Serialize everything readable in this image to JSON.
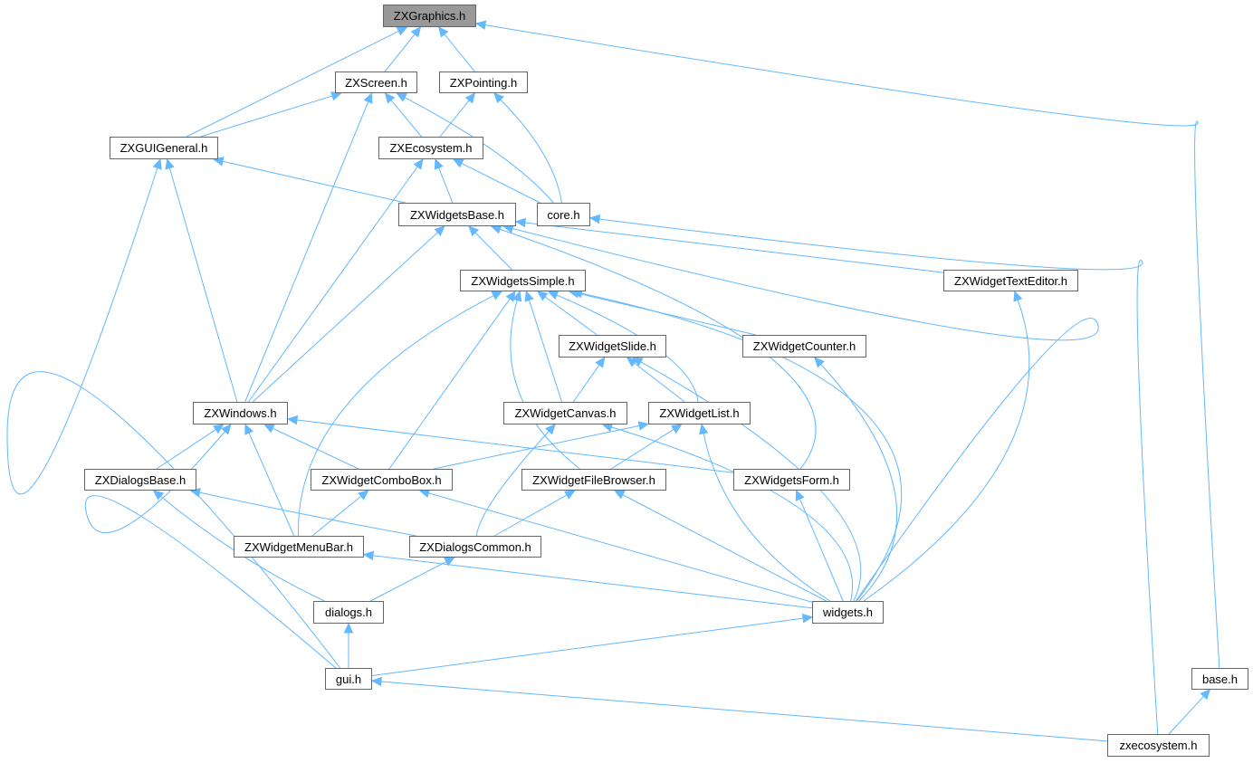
{
  "colors": {
    "edge": "#63b8ff",
    "border": "#666666",
    "root_fill": "#999999"
  },
  "nodes": [
    {
      "id": "ZXGraphics",
      "label": "ZXGraphics.h",
      "root": true
    },
    {
      "id": "ZXScreen",
      "label": "ZXScreen.h"
    },
    {
      "id": "ZXPointing",
      "label": "ZXPointing.h"
    },
    {
      "id": "ZXGUIGeneral",
      "label": "ZXGUIGeneral.h"
    },
    {
      "id": "ZXEcosystem",
      "label": "ZXEcosystem.h"
    },
    {
      "id": "ZXWidgetsBase",
      "label": "ZXWidgetsBase.h"
    },
    {
      "id": "core",
      "label": "core.h"
    },
    {
      "id": "ZXWidgetsSimple",
      "label": "ZXWidgetsSimple.h"
    },
    {
      "id": "ZXWidgetTextEditor",
      "label": "ZXWidgetTextEditor.h"
    },
    {
      "id": "ZXWidgetSlide",
      "label": "ZXWidgetSlide.h"
    },
    {
      "id": "ZXWidgetCounter",
      "label": "ZXWidgetCounter.h"
    },
    {
      "id": "ZXWindows",
      "label": "ZXWindows.h"
    },
    {
      "id": "ZXWidgetCanvas",
      "label": "ZXWidgetCanvas.h"
    },
    {
      "id": "ZXWidgetList",
      "label": "ZXWidgetList.h"
    },
    {
      "id": "ZXDialogsBase",
      "label": "ZXDialogsBase.h"
    },
    {
      "id": "ZXWidgetComboBox",
      "label": "ZXWidgetComboBox.h"
    },
    {
      "id": "ZXWidgetFileBrowser",
      "label": "ZXWidgetFileBrowser.h"
    },
    {
      "id": "ZXWidgetsForm",
      "label": "ZXWidgetsForm.h"
    },
    {
      "id": "ZXWidgetMenuBar",
      "label": "ZXWidgetMenuBar.h"
    },
    {
      "id": "ZXDialogsCommon",
      "label": "ZXDialogsCommon.h"
    },
    {
      "id": "dialogs",
      "label": "dialogs.h"
    },
    {
      "id": "widgets",
      "label": "widgets.h"
    },
    {
      "id": "gui",
      "label": "gui.h"
    },
    {
      "id": "base",
      "label": "base.h"
    },
    {
      "id": "zxecosystem",
      "label": "zxecosystem.h"
    }
  ],
  "edges": [
    [
      "ZXScreen",
      "ZXGraphics"
    ],
    [
      "ZXPointing",
      "ZXGraphics"
    ],
    [
      "ZXGUIGeneral",
      "ZXGraphics"
    ],
    [
      "base",
      "ZXGraphics"
    ],
    [
      "ZXGUIGeneral",
      "ZXScreen"
    ],
    [
      "ZXEcosystem",
      "ZXScreen"
    ],
    [
      "core",
      "ZXScreen"
    ],
    [
      "ZXWindows",
      "ZXScreen"
    ],
    [
      "ZXEcosystem",
      "ZXPointing"
    ],
    [
      "core",
      "ZXPointing"
    ],
    [
      "ZXWidgetsBase",
      "ZXGUIGeneral"
    ],
    [
      "ZXWindows",
      "ZXGUIGeneral"
    ],
    [
      "gui",
      "ZXGUIGeneral"
    ],
    [
      "ZXWidgetsBase",
      "ZXEcosystem"
    ],
    [
      "core",
      "ZXEcosystem"
    ],
    [
      "ZXWindows",
      "ZXEcosystem"
    ],
    [
      "zxecosystem",
      "core"
    ],
    [
      "ZXWidgetsSimple",
      "ZXWidgetsBase"
    ],
    [
      "ZXWindows",
      "ZXWidgetsBase"
    ],
    [
      "ZXWidgetTextEditor",
      "ZXWidgetsBase"
    ],
    [
      "ZXWidgetsForm",
      "ZXWidgetsBase"
    ],
    [
      "widgets",
      "ZXWidgetsBase"
    ],
    [
      "ZXWidgetSlide",
      "ZXWidgetsSimple"
    ],
    [
      "ZXWidgetCounter",
      "ZXWidgetsSimple"
    ],
    [
      "ZXWidgetCanvas",
      "ZXWidgetsSimple"
    ],
    [
      "ZXWidgetList",
      "ZXWidgetsSimple"
    ],
    [
      "ZXWidgetComboBox",
      "ZXWidgetsSimple"
    ],
    [
      "ZXWidgetMenuBar",
      "ZXWidgetsSimple"
    ],
    [
      "ZXWidgetFileBrowser",
      "ZXWidgetsSimple"
    ],
    [
      "widgets",
      "ZXWidgetsSimple"
    ],
    [
      "widgets",
      "ZXWidgetTextEditor"
    ],
    [
      "ZXWidgetCanvas",
      "ZXWidgetSlide"
    ],
    [
      "ZXWidgetList",
      "ZXWidgetSlide"
    ],
    [
      "widgets",
      "ZXWidgetSlide"
    ],
    [
      "widgets",
      "ZXWidgetCounter"
    ],
    [
      "ZXDialogsBase",
      "ZXWindows"
    ],
    [
      "ZXWidgetComboBox",
      "ZXWindows"
    ],
    [
      "ZXWidgetMenuBar",
      "ZXWindows"
    ],
    [
      "ZXWidgetsForm",
      "ZXWindows"
    ],
    [
      "gui",
      "ZXWindows"
    ],
    [
      "ZXDialogsCommon",
      "ZXWidgetCanvas"
    ],
    [
      "widgets",
      "ZXWidgetCanvas"
    ],
    [
      "ZXWidgetComboBox",
      "ZXWidgetList"
    ],
    [
      "ZXWidgetFileBrowser",
      "ZXWidgetList"
    ],
    [
      "widgets",
      "ZXWidgetList"
    ],
    [
      "ZXDialogsCommon",
      "ZXDialogsBase"
    ],
    [
      "dialogs",
      "ZXDialogsBase"
    ],
    [
      "ZXWidgetMenuBar",
      "ZXWidgetComboBox"
    ],
    [
      "widgets",
      "ZXWidgetComboBox"
    ],
    [
      "ZXDialogsCommon",
      "ZXWidgetFileBrowser"
    ],
    [
      "widgets",
      "ZXWidgetFileBrowser"
    ],
    [
      "widgets",
      "ZXWidgetsForm"
    ],
    [
      "widgets",
      "ZXWidgetMenuBar"
    ],
    [
      "dialogs",
      "ZXDialogsCommon"
    ],
    [
      "gui",
      "dialogs"
    ],
    [
      "gui",
      "widgets"
    ],
    [
      "zxecosystem",
      "gui"
    ],
    [
      "zxecosystem",
      "base"
    ]
  ]
}
